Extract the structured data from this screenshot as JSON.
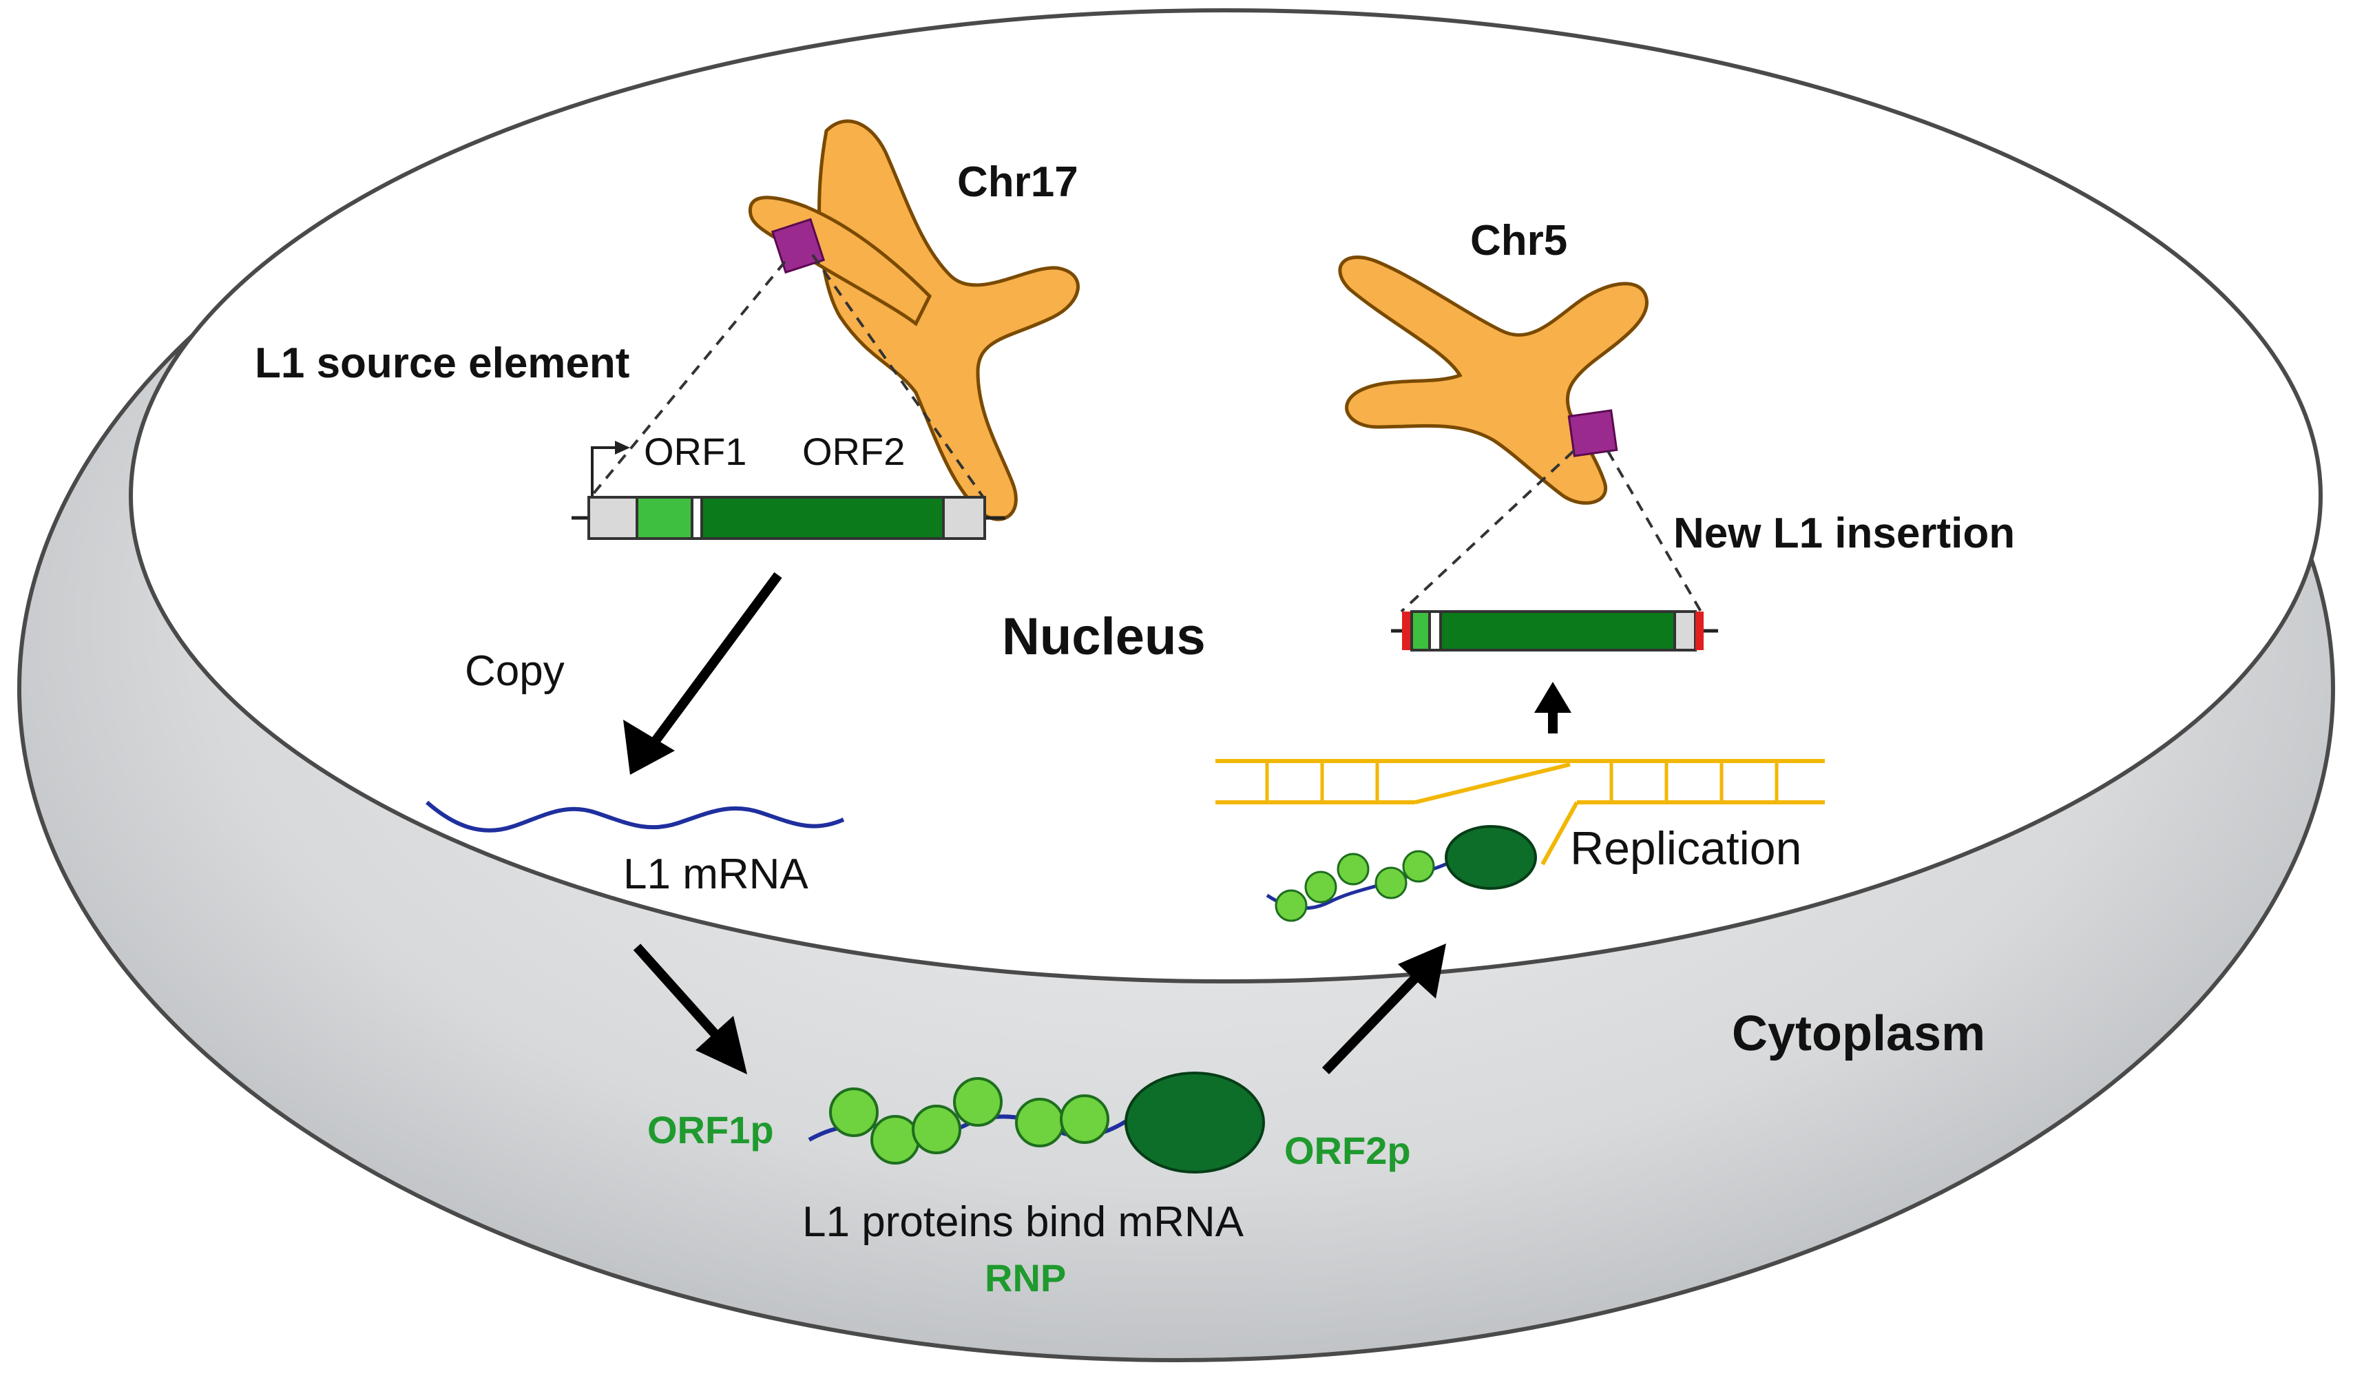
{
  "labels": {
    "chr17": "Chr17",
    "chr5": "Chr5",
    "source_element": "L1 source element",
    "orf1": "ORF1",
    "orf2": "ORF2",
    "new_insertion": "New L1 insertion",
    "nucleus": "Nucleus",
    "copy": "Copy",
    "mrna": "L1 mRNA",
    "replication": "Replication",
    "cytoplasm": "Cytoplasm",
    "orf1p": "ORF1p",
    "orf2p": "ORF2p",
    "proteins_bind": "L1 proteins bind mRNA",
    "rnp": "RNP"
  },
  "colors": {
    "cell": "#d6d8da",
    "nucleus": "#ffffff",
    "chromosome": "#f7b04a",
    "chromosome_band": "#9b2a8f",
    "orf1_light": "#3fbf3f",
    "orf_dark": "#0a7a1a",
    "utr": "#d9d9d9",
    "protein_light": "#6fd23f",
    "protein_dark": "#0d6e2a",
    "rna": "#1f2f9e",
    "dna_ladder": "#f2b705",
    "green_label": "#1f9a2e",
    "insertion_tsd": "#e02020"
  }
}
